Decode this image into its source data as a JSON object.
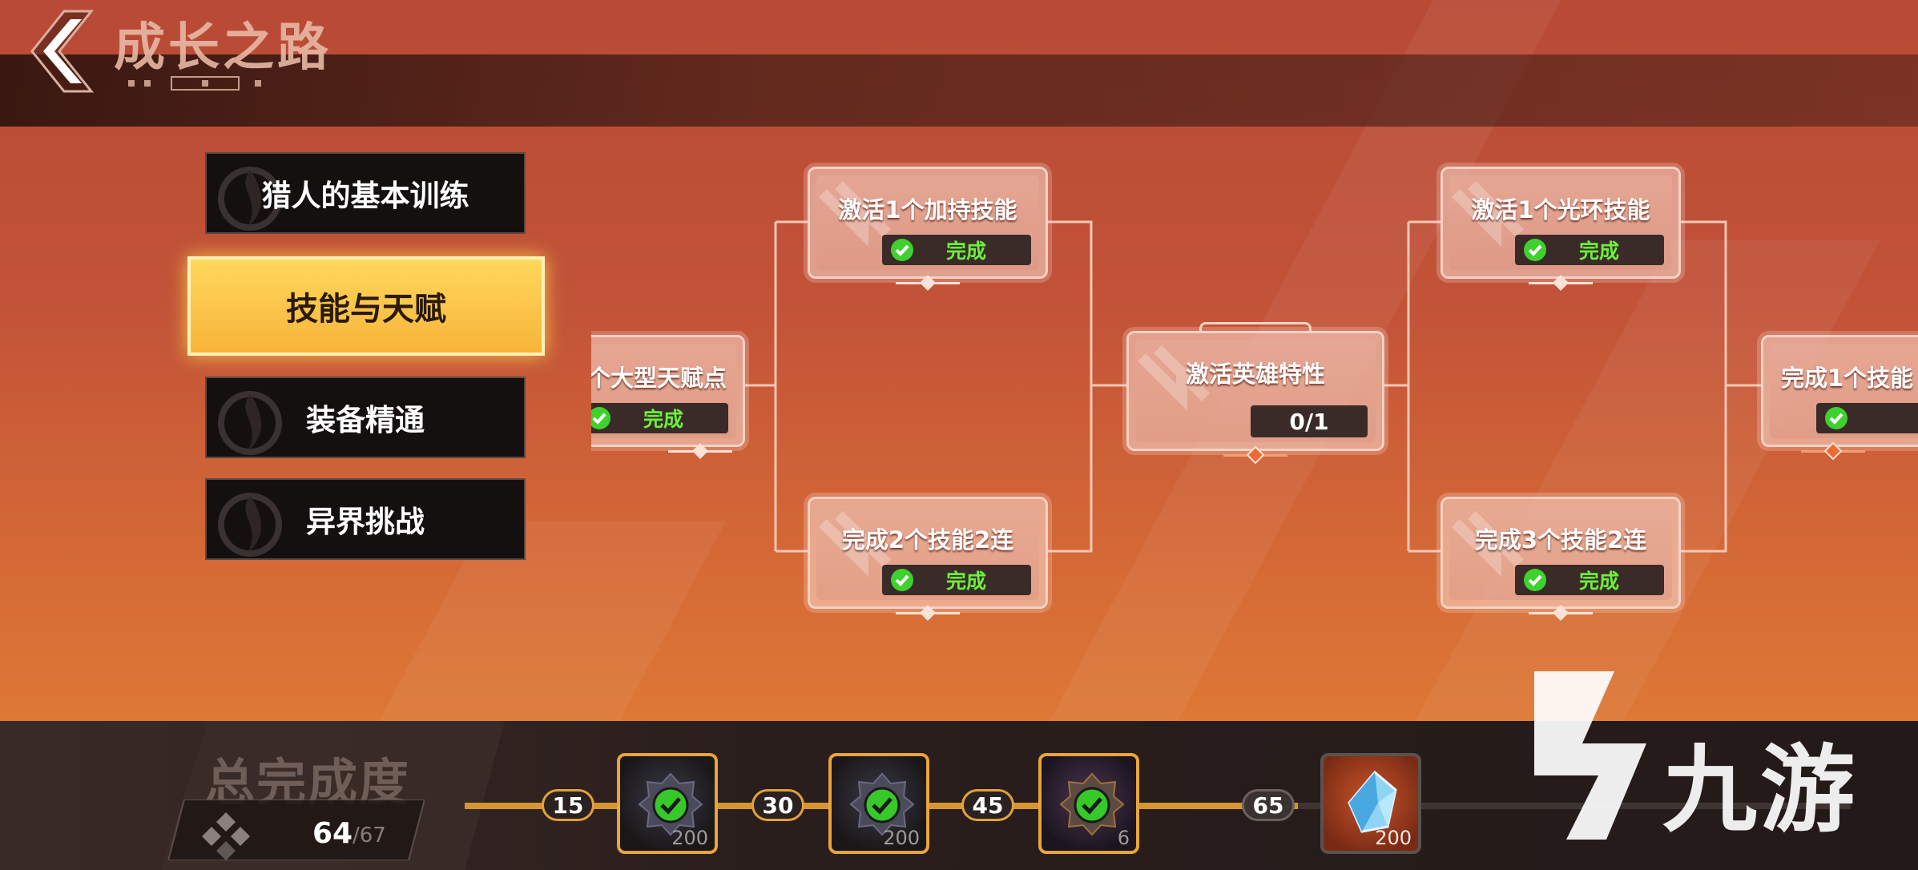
{
  "header": {
    "title": "成长之路"
  },
  "menu": [
    {
      "label": "猎人的基本训练",
      "active": false
    },
    {
      "label": "技能与天赋",
      "active": true
    },
    {
      "label": "装备精通",
      "active": false
    },
    {
      "label": "异界挑战",
      "active": false
    }
  ],
  "tree": {
    "nodes": [
      {
        "id": "n0",
        "title": "个大型天赋点",
        "status": "完成"
      },
      {
        "id": "n1",
        "title": "激活1个加持技能",
        "status": "完成"
      },
      {
        "id": "n2",
        "title": "完成2个技能2连",
        "status": "完成"
      },
      {
        "id": "n3",
        "title": "激活英雄特性",
        "progress": "0/1"
      },
      {
        "id": "n4",
        "title": "激活1个光环技能",
        "status": "完成"
      },
      {
        "id": "n5",
        "title": "完成3个技能2连",
        "status": "完成"
      },
      {
        "id": "n6",
        "title": "完成1个技能",
        "status": ""
      }
    ]
  },
  "bottom": {
    "total_label": "总完成度",
    "total_value": "64",
    "total_max": "/67",
    "milestones": [
      {
        "threshold": "15",
        "reward_count": "200",
        "claimed": true
      },
      {
        "threshold": "30",
        "reward_count": "200",
        "claimed": true
      },
      {
        "threshold": "45",
        "reward_count": "6",
        "claimed": true
      },
      {
        "threshold": "65",
        "reward_count": "200",
        "claimed": false
      }
    ]
  },
  "watermark": {
    "text": "九游"
  },
  "colors": {
    "accent_gold": "#f7b43a",
    "complete_green": "#6cf03c",
    "panel_dark": "#141010",
    "track_orange": "#d49532"
  },
  "icons": {
    "back": "chevron-left-icon",
    "check": "check-circle-icon",
    "menu_emblem": "flame-emblem-icon",
    "reward_gear": "gear-material-icon",
    "reward_crystal": "crystal-icon",
    "total": "diamond-cluster-icon"
  }
}
